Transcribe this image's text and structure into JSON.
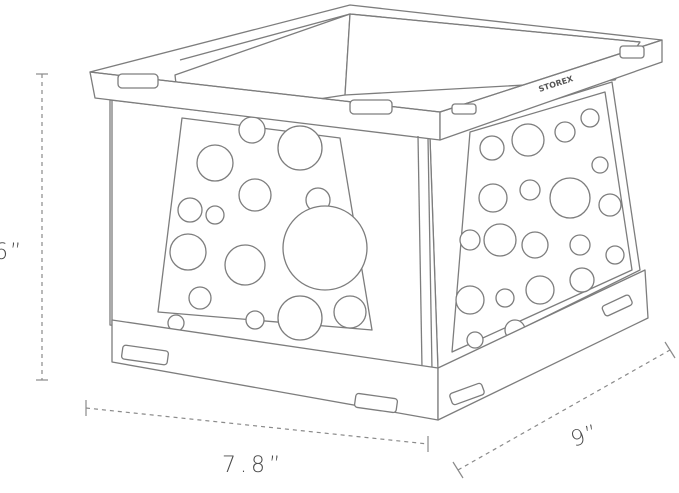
{
  "dimensions": {
    "height": "6”",
    "width": "7.8”",
    "depth": "9”"
  },
  "brand_mark": "STOREX",
  "colors": {
    "line": "#7d7d7d",
    "fill": "#ffffff",
    "dim_line": "#8a8a8a"
  }
}
